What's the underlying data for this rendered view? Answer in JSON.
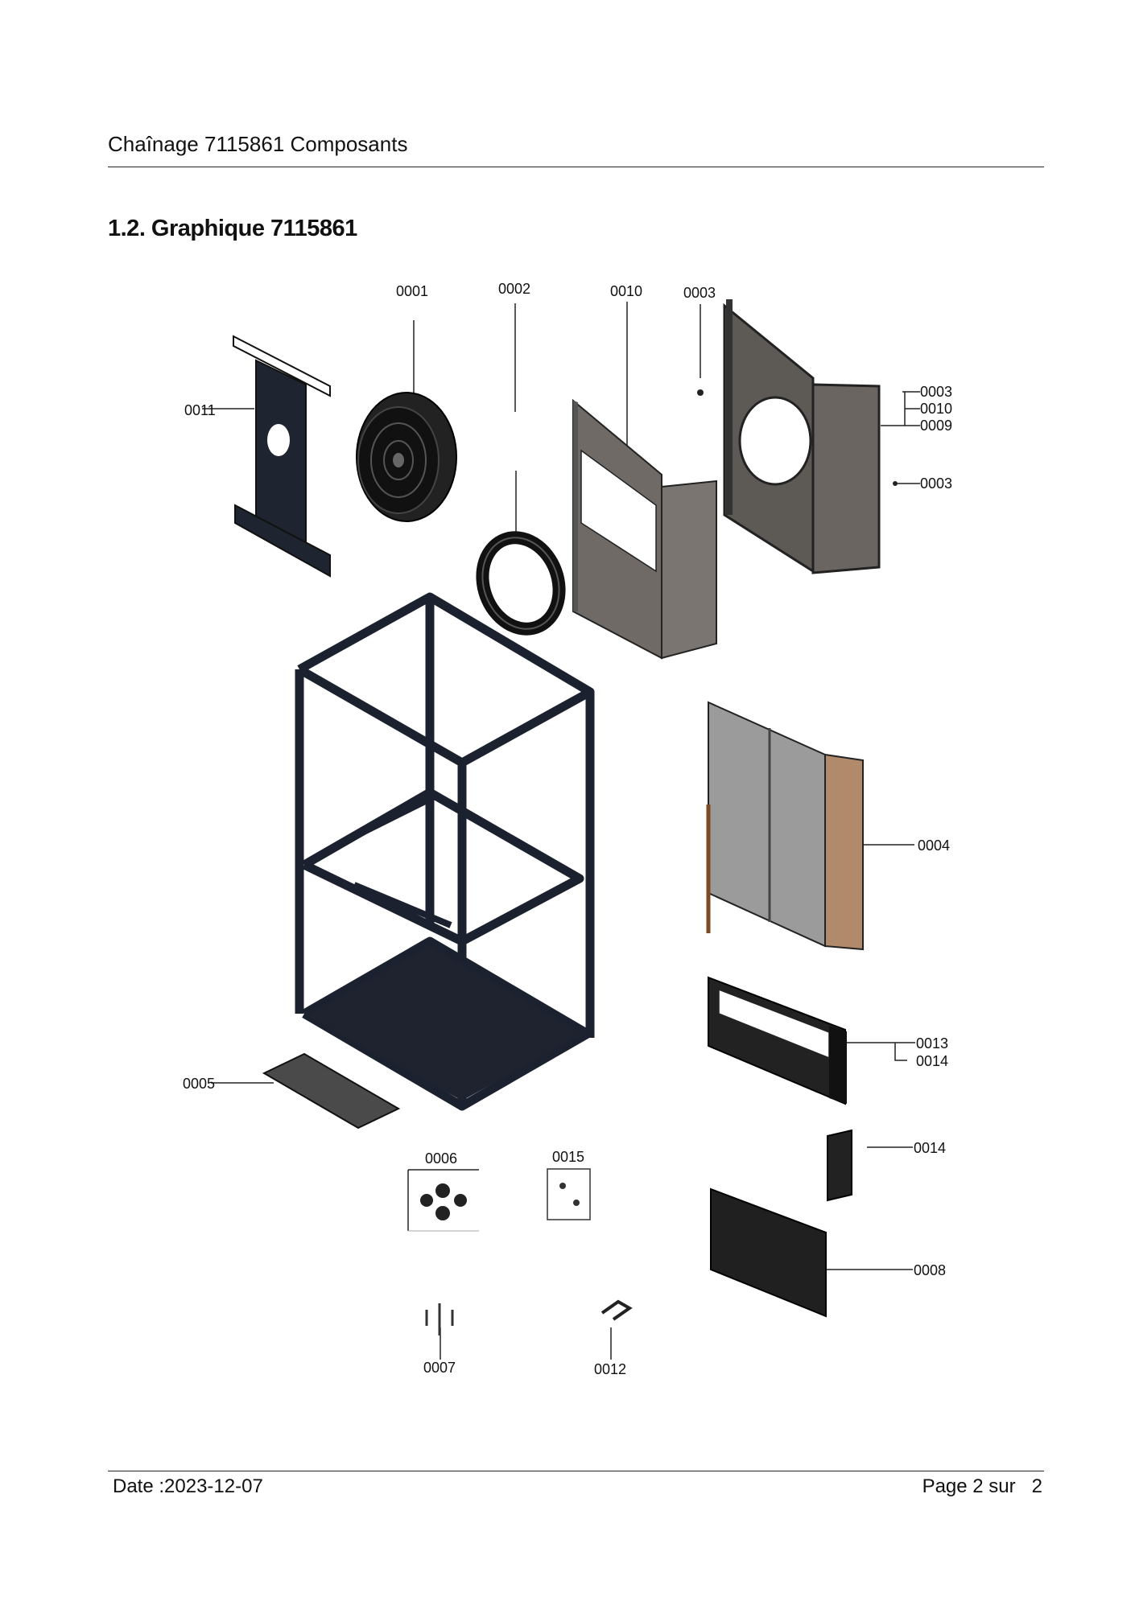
{
  "header": {
    "title": "Chaînage 7115861 Composants"
  },
  "section": {
    "title": "1.2. Graphique 7115861"
  },
  "parts": {
    "p0001": "0001",
    "p0002": "0002",
    "p0010_top": "0010",
    "p0003_top": "0003",
    "p0011": "0011",
    "p0003_r1": "0003",
    "p0010_r": "0010",
    "p0009": "0009",
    "p0003_r2": "0003",
    "p0004": "0004",
    "p0013": "0013",
    "p0014_a": "0014",
    "p0005": "0005",
    "p0006": "0006",
    "p0015": "0015",
    "p0014_b": "0014",
    "p0008": "0008",
    "p0007": "0007",
    "p0012": "0012"
  },
  "footer": {
    "date": "Date :2023-12-07",
    "page": "Page 2 sur   2"
  }
}
